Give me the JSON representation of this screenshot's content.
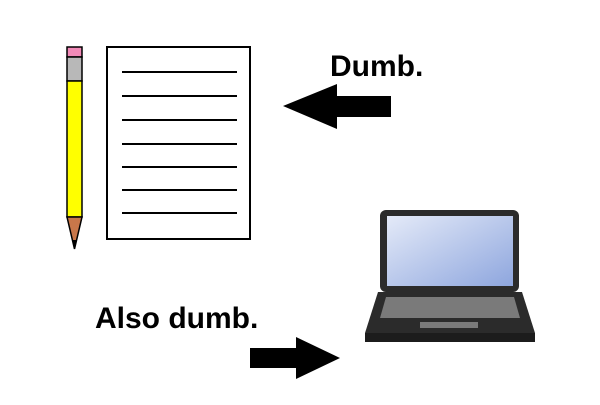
{
  "captions": {
    "top": "Dumb.",
    "bottom": "Also dumb."
  },
  "illustration": {
    "objects": [
      "pencil",
      "lined-paper",
      "laptop",
      "left-arrow",
      "right-arrow"
    ]
  },
  "colors": {
    "background": "#ffffff",
    "ink": "#000000",
    "pencil_body": "#ffff00",
    "pencil_eraser": "#f28ab8",
    "pencil_ferrule": "#b8b8b8",
    "pencil_wood": "#c8774a",
    "laptop_body": "#2b2b2b",
    "laptop_screen_light": "#dfe6f7",
    "laptop_screen_dark": "#94abe0",
    "laptop_keyboard": "#7a7a7a"
  }
}
